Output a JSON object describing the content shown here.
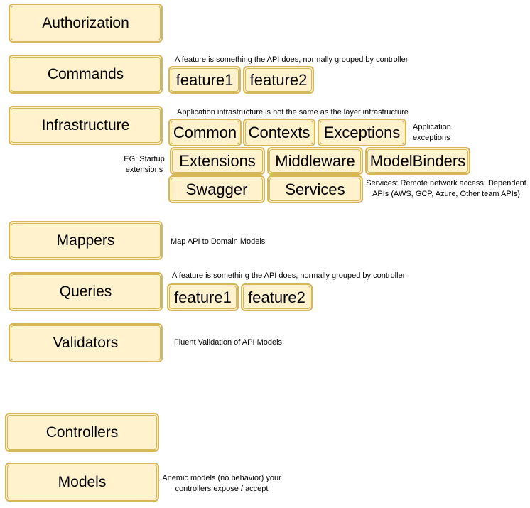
{
  "layers": {
    "authorization": "Authorization",
    "commands": "Commands",
    "infrastructure": "Infrastructure",
    "mappers": "Mappers",
    "queries": "Queries",
    "validators": "Validators",
    "controllers": "Controllers",
    "models": "Models"
  },
  "commands": {
    "note": "A feature is something the API does, normally grouped by controller",
    "features": [
      "feature1",
      "feature2"
    ]
  },
  "infrastructure": {
    "note": "Application infrastructure is not the same as the layer infrastructure",
    "items": [
      "Common",
      "Contexts",
      "Exceptions",
      "Extensions",
      "Middleware",
      "ModelBinders",
      "Swagger",
      "Services"
    ],
    "exceptions_note": [
      "Application",
      "exceptions"
    ],
    "extensions_note": [
      "EG: Startup",
      "extensions"
    ],
    "services_note": [
      "Services: Remote network access: Dependent",
      "APIs (AWS, GCP, Azure, Other team APIs)"
    ]
  },
  "mappers": {
    "note": "Map API to Domain Models"
  },
  "queries": {
    "note": "A feature is something the API does, normally grouped by controller",
    "features": [
      "feature1",
      "feature2"
    ]
  },
  "validators": {
    "note": "Fluent Validation of API Models"
  },
  "models": {
    "note": [
      "Anemic models (no behavior) your",
      "controllers expose / accept"
    ]
  }
}
